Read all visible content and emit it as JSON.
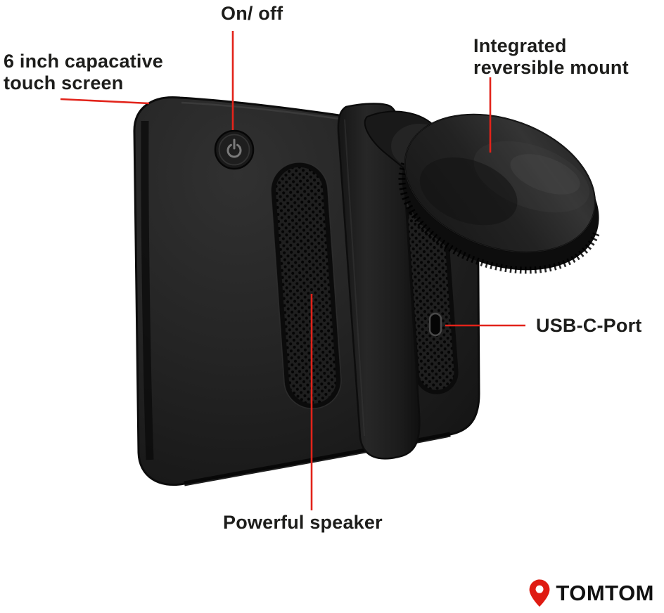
{
  "annotations": {
    "on_off": {
      "text": "On/ off"
    },
    "touch_screen": {
      "line1": "6 inch capacative",
      "line2": "touch screen"
    },
    "mount": {
      "line1": "Integrated",
      "line2": "reversible mount"
    },
    "usb": {
      "text": "USB-C-Port"
    },
    "speaker": {
      "text": "Powerful speaker"
    }
  },
  "brand": {
    "wordmark": "tomtom"
  },
  "colors": {
    "annotation_red": "#e2231a",
    "brand_red": "#df1b12",
    "device_black": "#1e1e1e",
    "label_text": "#1d1d1b",
    "background": "#ffffff"
  }
}
